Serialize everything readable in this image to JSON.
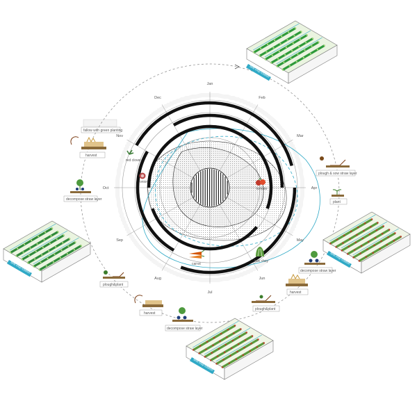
{
  "months": [
    "Jan",
    "Feb",
    "Mar",
    "Apr",
    "May",
    "Jun",
    "Jul",
    "Aug",
    "Sep",
    "Oct",
    "Nov",
    "Dec"
  ],
  "crops": [
    {
      "key": "tomato",
      "label": "tomato",
      "color": "#c0392b"
    },
    {
      "key": "onion",
      "label": "onion",
      "color": "#b84a4a"
    },
    {
      "key": "red-clover",
      "label": "red clover",
      "color": "#3f7f3a"
    },
    {
      "key": "carrot",
      "label": "carrot",
      "color": "#d35400"
    },
    {
      "key": "bok-choy",
      "label": "bok choy",
      "color": "#5a9a3c"
    }
  ],
  "steps": [
    {
      "key": "fallow",
      "label": "fallow with green planting"
    },
    {
      "key": "harvest-nov",
      "label": "harvest"
    },
    {
      "key": "decompose-oct",
      "label": "decompose straw layer"
    },
    {
      "key": "plough-sep",
      "label": "plough&plant"
    },
    {
      "key": "harvest-aug",
      "label": "harvest"
    },
    {
      "key": "decompose-aug",
      "label": "decompose straw layer"
    },
    {
      "key": "plough-jun",
      "label": "plough&plant"
    },
    {
      "key": "harvest-jun",
      "label": "harvest"
    },
    {
      "key": "decompose-may",
      "label": "decompose straw layer"
    },
    {
      "key": "plant-apr",
      "label": "plant"
    },
    {
      "key": "plough-mar",
      "label": "plough & sow straw layer"
    }
  ],
  "fields": [
    {
      "key": "top-right",
      "label": "field crop rotation"
    },
    {
      "key": "left",
      "label": "field crop rotation"
    },
    {
      "key": "right",
      "label": "field crop rotation"
    },
    {
      "key": "bottom",
      "label": "field crop rotation"
    }
  ],
  "colors": {
    "cyan": "#2fa9c6",
    "ring": "#111111",
    "grid": "#9a9a9a",
    "green": "#3e8e3a",
    "soil": "#8a6a3a"
  }
}
